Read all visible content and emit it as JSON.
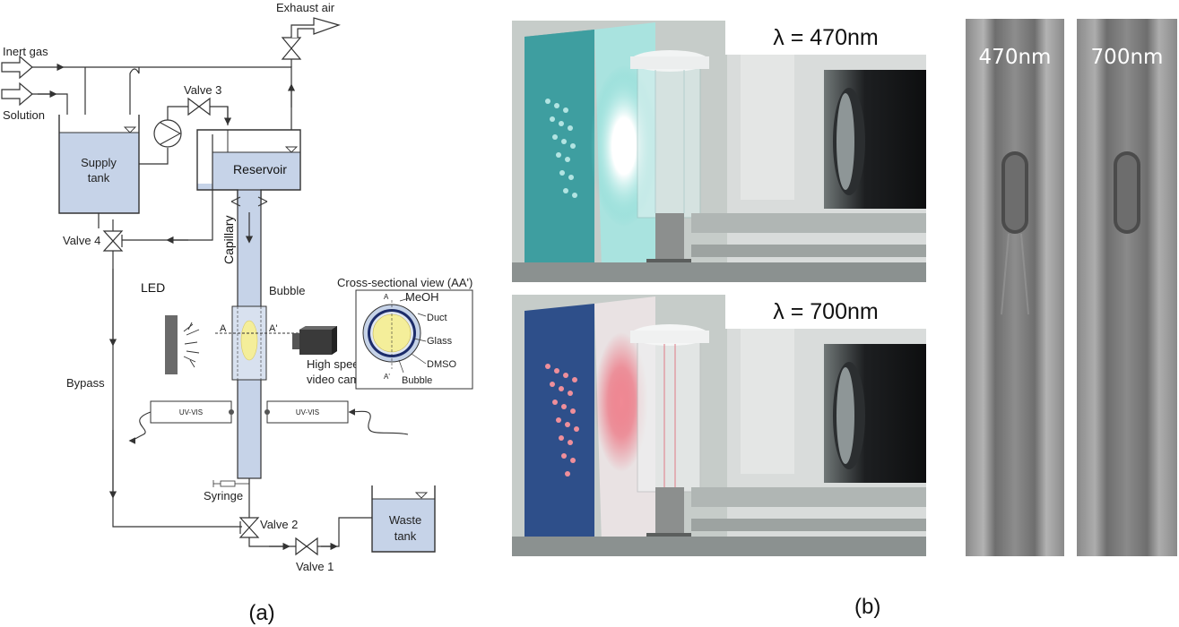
{
  "schematic": {
    "inlet_gas": "Inert gas",
    "inlet_solution": "Solution",
    "exhaust": "Exhaust air",
    "supply_tank": [
      "Supply",
      "tank"
    ],
    "reservoir": "Reservoir",
    "capillary": "Capillary",
    "valve1": "Valve 1",
    "valve2": "Valve 2",
    "valve3": "Valve 3",
    "valve4": "Valve 4",
    "led": "LED",
    "bubble": "Bubble",
    "camera": [
      "High speed",
      "video camera"
    ],
    "bypass": "Bypass",
    "uvvis_left": "UV-VIS",
    "uvvis_right": "UV-VIS",
    "syringe": "Syringe",
    "waste_tank": [
      "Waste",
      "tank"
    ],
    "section_a": "A",
    "section_a_prime": "A'",
    "cross_section": {
      "title": "Cross-sectional view (AA')",
      "labels": [
        "MeOH",
        "Duct",
        "Glass",
        "DMSO",
        "Bubble"
      ],
      "mark_top": "A",
      "mark_bottom": "A'"
    },
    "caption": "(a)"
  },
  "photos": {
    "top_label": "λ = 470nm",
    "bottom_label": "λ = 700nm",
    "strip_left_label": "470nm",
    "strip_right_label": "700nm",
    "caption": "(b)"
  },
  "colors": {
    "liquid": "#c6d3e8",
    "bubble": "#f4ee9a",
    "led_blue": "#5fd1c8",
    "led_red": "#ee5a6a"
  }
}
